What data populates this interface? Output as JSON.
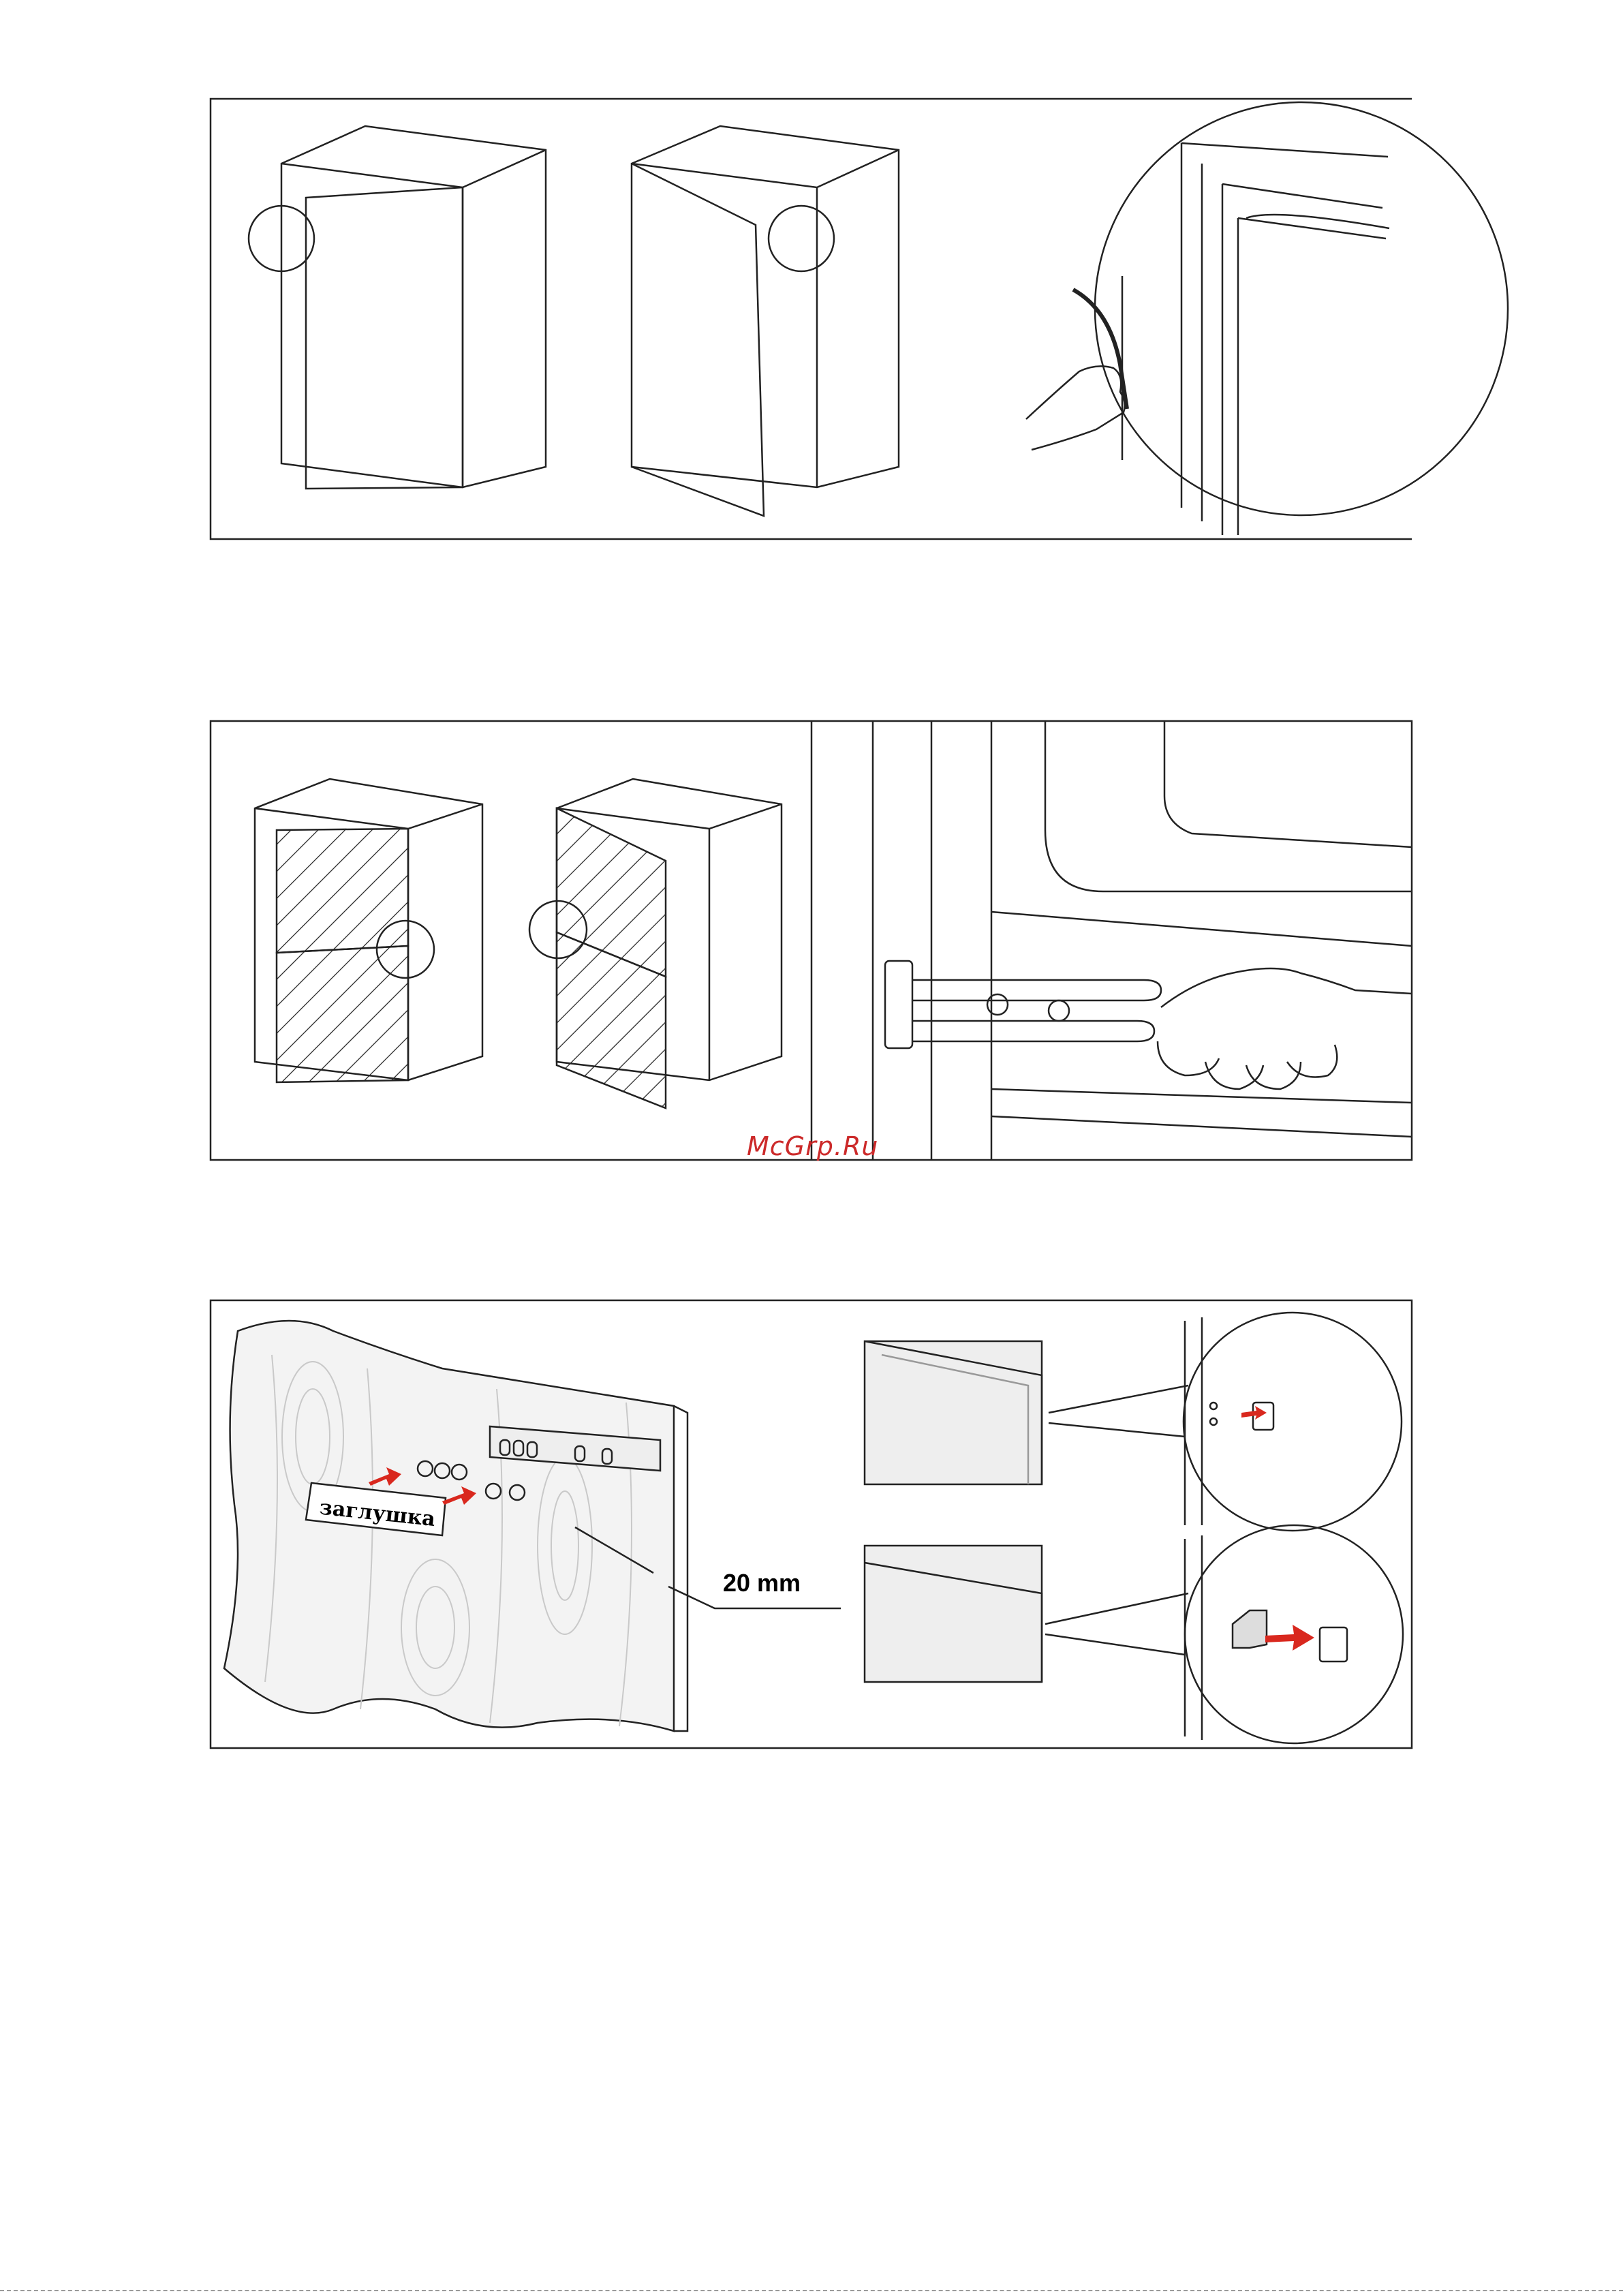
{
  "watermark": {
    "text": "McGrp.Ru",
    "color": "#cc2a2a"
  },
  "figure_3": {
    "plug_label": "заглушка",
    "dimension": "20 mm",
    "arrow_color": "#d9281e"
  }
}
